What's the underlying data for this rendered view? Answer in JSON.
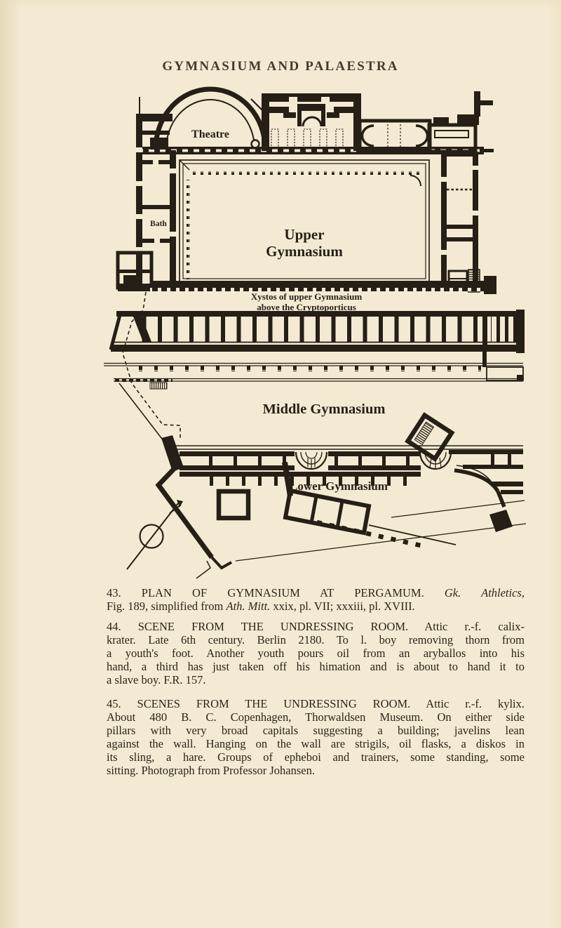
{
  "colors": {
    "paper": "#f4ead3",
    "ink": "#251f15",
    "title_ink": "#433a2d"
  },
  "page": {
    "title": "GYMNASIUM AND PALAESTRA"
  },
  "figure": {
    "labels": {
      "theatre": "Theatre",
      "bath": "Bath",
      "upper_gym_line1": "Upper",
      "upper_gym_line2": "Gymnasium",
      "xystos_line1": "Xystos of upper Gymnasium",
      "xystos_line2": "above the Cryptoporticus",
      "middle_gym": "Middle Gymnasium",
      "lower_gym": "Lower Gymnasium"
    }
  },
  "captions": {
    "c43": {
      "l1a": "43. PLAN OF GYMNASIUM AT PERGAMUM. ",
      "l1b": "Gk. Athletics",
      "l1c": ",",
      "l2a": "Fig. 189, simplified from ",
      "l2b": "Ath. Mitt.",
      "l2c": " xxix, pl. VII; xxxiii, pl. XVIII."
    },
    "c44": {
      "l1": "44. SCENE FROM THE UNDRESSING ROOM. Attic r.-f. calix-",
      "l2": "krater. Late 6th century. Berlin 2180. To l. boy removing thorn from",
      "l3": "a youth's foot. Another youth pours oil from an aryballos into his",
      "l4": "hand, a third has just taken off his himation and is about to hand it to",
      "l5": "a slave boy. F.R. 157."
    },
    "c45": {
      "l1": "45. SCENES FROM THE UNDRESSING ROOM. Attic r.-f. kylix.",
      "l2": "About 480 B. C. Copenhagen, Thorwaldsen Museum. On either side",
      "l3": "pillars with very broad capitals suggesting a building; javelins lean",
      "l4": "against the wall. Hanging on the wall are strigils, oil flasks, a diskos in",
      "l5": "its sling, a hare. Groups of epheboi and trainers, some standing, some",
      "l6": "sitting. Photograph from Professor Johansen."
    }
  }
}
